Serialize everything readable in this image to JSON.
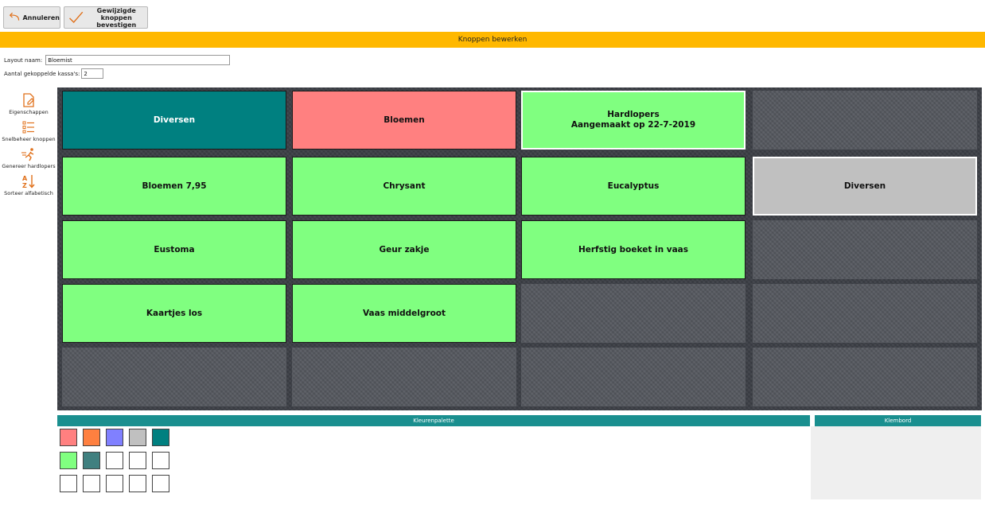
{
  "toolbar": {
    "cancel_label": "Annuleren",
    "confirm_label": "Gewijzigde knoppen\nbevestigen"
  },
  "title_bar": "Knoppen bewerken",
  "form": {
    "layout_name_label": "Layout naam:",
    "layout_name_value": "Bloemist",
    "linked_registers_label": "Aantal gekoppelde kassa's:",
    "linked_registers_value": "2"
  },
  "sidebar": {
    "items": [
      {
        "label": "Eigenschappen",
        "icon": "properties-icon"
      },
      {
        "label": "Snelbeheer knoppen",
        "icon": "quick-manage-icon"
      },
      {
        "label": "Genereer hardlopers",
        "icon": "generate-bestsellers-icon"
      },
      {
        "label": "Sorteer alfabetisch",
        "icon": "sort-alphabetical-icon"
      }
    ]
  },
  "button_grid": {
    "rows": [
      [
        {
          "label": "Diversen",
          "color": "#008080",
          "text_color": "#ffffff"
        },
        {
          "label": "Bloemen",
          "color": "#ff8080"
        },
        {
          "label": "Hardlopers\nAangemaakt op 22-7-2019",
          "color": "#80ff80",
          "selected": true
        },
        null
      ],
      [
        {
          "label": "Bloemen 7,95",
          "color": "#80ff80"
        },
        {
          "label": "Chrysant",
          "color": "#80ff80"
        },
        {
          "label": "Eucalyptus",
          "color": "#80ff80"
        },
        {
          "label": "Diversen",
          "color": "#c0c0c0",
          "selected": true
        }
      ],
      [
        {
          "label": "Eustoma",
          "color": "#80ff80"
        },
        {
          "label": "Geur zakje",
          "color": "#80ff80"
        },
        {
          "label": "Herfstig boeket in vaas",
          "color": "#80ff80"
        },
        null
      ],
      [
        {
          "label": "Kaartjes los",
          "color": "#80ff80"
        },
        {
          "label": "Vaas middelgroot",
          "color": "#80ff80"
        },
        null,
        null
      ],
      [
        null,
        null,
        null,
        null
      ]
    ]
  },
  "palette": {
    "title": "Kleurenpalette",
    "colors": [
      "#ff8080",
      "#ff8040",
      "#8080ff",
      "#c0c0c0",
      "#008080",
      "#80ff80",
      "#408080",
      "#ffffff",
      "#ffffff",
      "#ffffff",
      "#ffffff",
      "#ffffff",
      "#ffffff",
      "#ffffff",
      "#ffffff"
    ]
  },
  "clipboard": {
    "title": "Klembord"
  }
}
